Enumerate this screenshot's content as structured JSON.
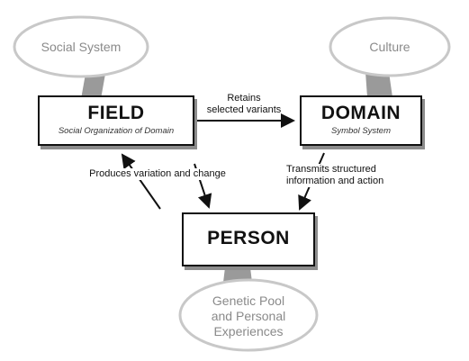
{
  "social_system": {
    "label": "Social System"
  },
  "culture": {
    "label": "Culture"
  },
  "genetic_pool": {
    "label": "Genetic Pool and Personal Experiences",
    "line1": "Genetic Pool",
    "line2": "and Personal",
    "line3": "Experiences"
  },
  "field": {
    "title": "FIELD",
    "subtitle": "Social Organization of Domain"
  },
  "domain": {
    "title": "DOMAIN",
    "subtitle": "Symbol System"
  },
  "person": {
    "title": "PERSON"
  },
  "arrows": {
    "field_to_domain": {
      "line1": "Retains",
      "line2": "selected variants"
    },
    "person_to_field": {
      "label": "Produces variation and change"
    },
    "domain_to_person": {
      "line1": "Transmits structured",
      "line2": "information and action"
    }
  }
}
